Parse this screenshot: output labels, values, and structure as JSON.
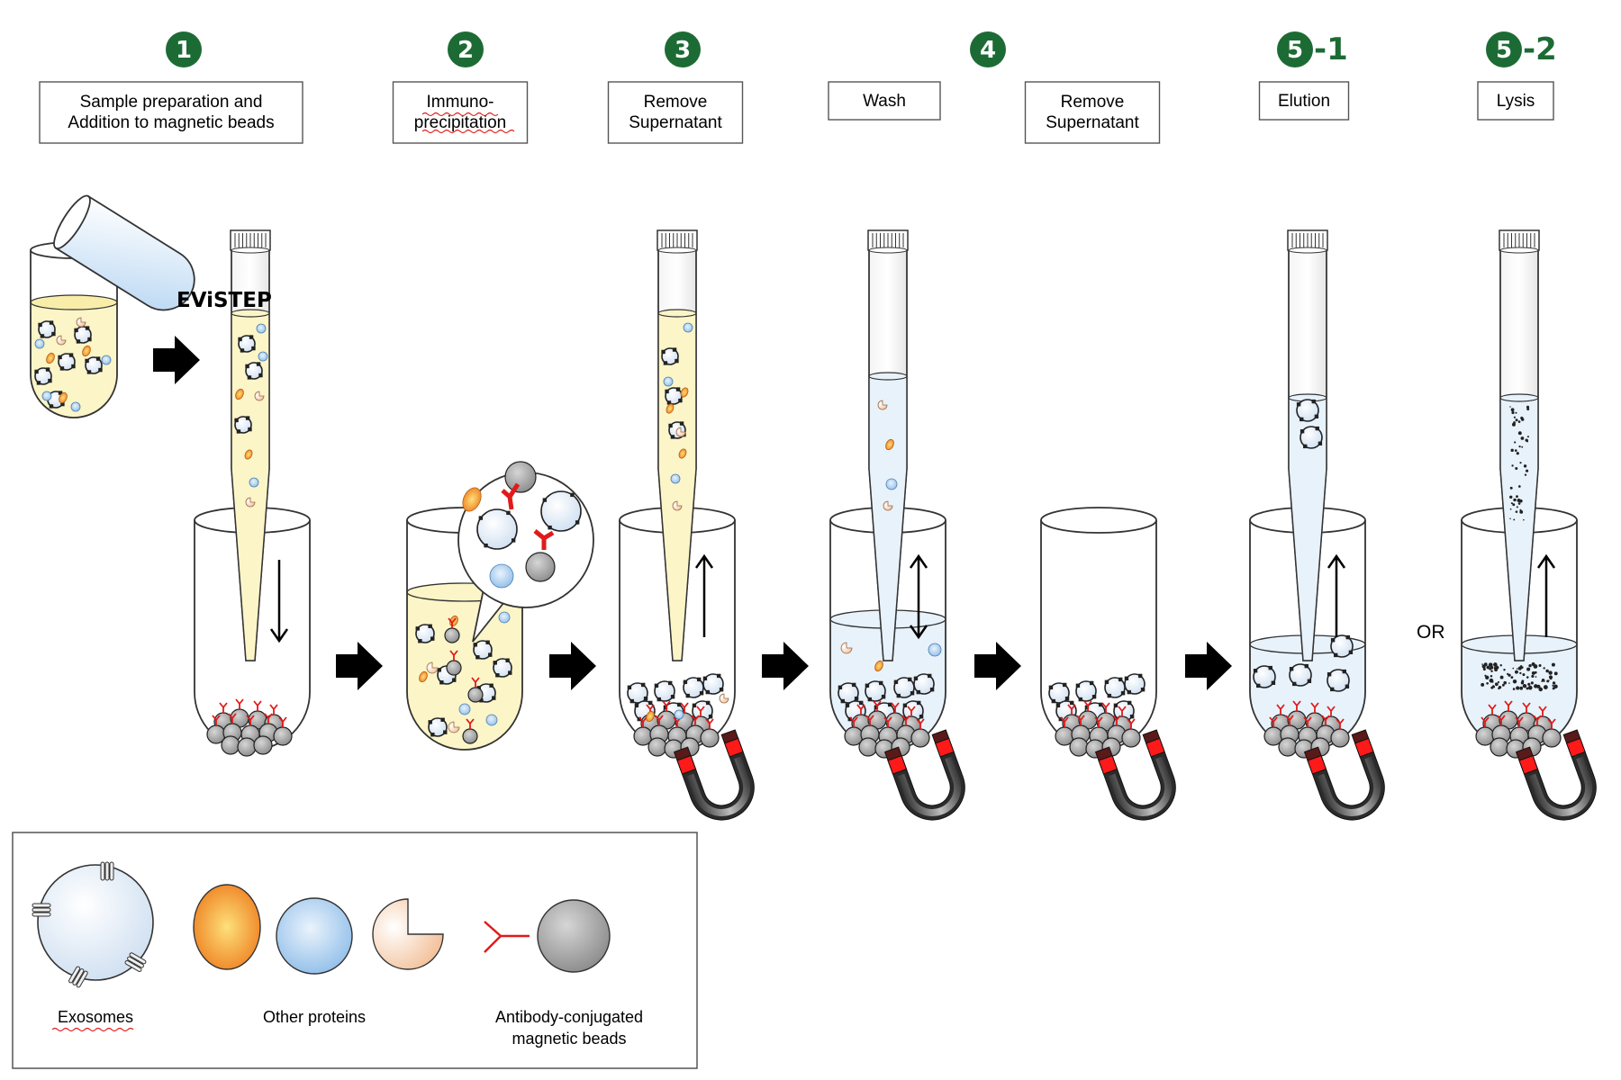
{
  "colors": {
    "badge_green": "#1d6b34",
    "antibody_red": "#e01b1b",
    "bead_gray": "#a8a8a8",
    "liquid_yellow": "#fbf5c8",
    "liquid_blue": "#e8f2fb",
    "protein_orange": "#f08a24",
    "protein_blue": "#a9cdef",
    "protein_peach": "#f7d7c0"
  },
  "steps": [
    {
      "badge_num": "1",
      "badge_suffix": "",
      "label": [
        "Sample preparation and",
        "Addition to magnetic beads"
      ]
    },
    {
      "badge_num": "2",
      "badge_suffix": "",
      "label": [
        "Immuno-",
        "precipitation"
      ]
    },
    {
      "badge_num": "3",
      "badge_suffix": "",
      "label": [
        "Remove",
        "Supernatant"
      ]
    },
    {
      "badge_num": "4",
      "badge_suffix": "",
      "label": [
        "Wash"
      ]
    },
    {
      "badge_num": "",
      "badge_suffix": "",
      "label": [
        "Remove",
        "Supernatant"
      ]
    },
    {
      "badge_num": "5",
      "badge_suffix": "-1",
      "label": [
        "Elution"
      ]
    },
    {
      "badge_num": "5",
      "badge_suffix": "-2",
      "label": [
        "Lysis"
      ]
    }
  ],
  "brand": "EViSTEP",
  "or_text": "OR",
  "legend": {
    "exosomes": "Exosomes",
    "other_proteins": "Other proteins",
    "beads_line1": "Antibody-conjugated",
    "beads_line2": "magnetic beads"
  },
  "icons": [
    "sample-tube-icon",
    "pipette-icon",
    "tube-icon",
    "magnet-icon",
    "arrow-right-icon",
    "zoom-callout-icon"
  ]
}
